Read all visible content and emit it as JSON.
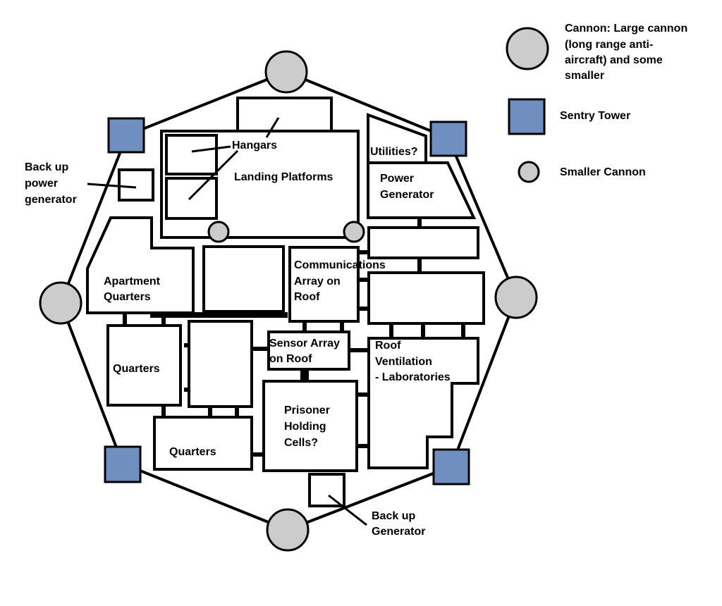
{
  "colors": {
    "cannon_fill": "#cccccc",
    "tower_fill": "#6f8fc0",
    "line": "#000000",
    "background": "#ffffff"
  },
  "legend": {
    "cannon_lines": [
      "Cannon: Large cannon",
      "(long range anti-",
      "aircraft) and some",
      "smaller"
    ],
    "sentry": "Sentry Tower",
    "small_cannon": "Smaller Cannon"
  },
  "labels": {
    "hangars": "Hangars",
    "landing_platforms": "Landing Platforms",
    "utilities": "Utilities?",
    "power_generator": [
      "Power",
      "Generator"
    ],
    "backup_power": [
      "Back up",
      "power",
      "generator"
    ],
    "apartment_quarters": [
      "Apartment",
      "Quarters"
    ],
    "communications": [
      "Communications",
      "Array on",
      "Roof"
    ],
    "quarters_left": "Quarters",
    "sensor_array": [
      "Sensor Array",
      "on Roof"
    ],
    "roof_ventilation": [
      "Roof",
      "Ventilation",
      "- Laboratories"
    ],
    "prisoner_holding": [
      "Prisoner",
      "Holding",
      "Cells?"
    ],
    "quarters_bottom": "Quarters",
    "backup_generator": [
      "Back up",
      "Generator"
    ]
  }
}
